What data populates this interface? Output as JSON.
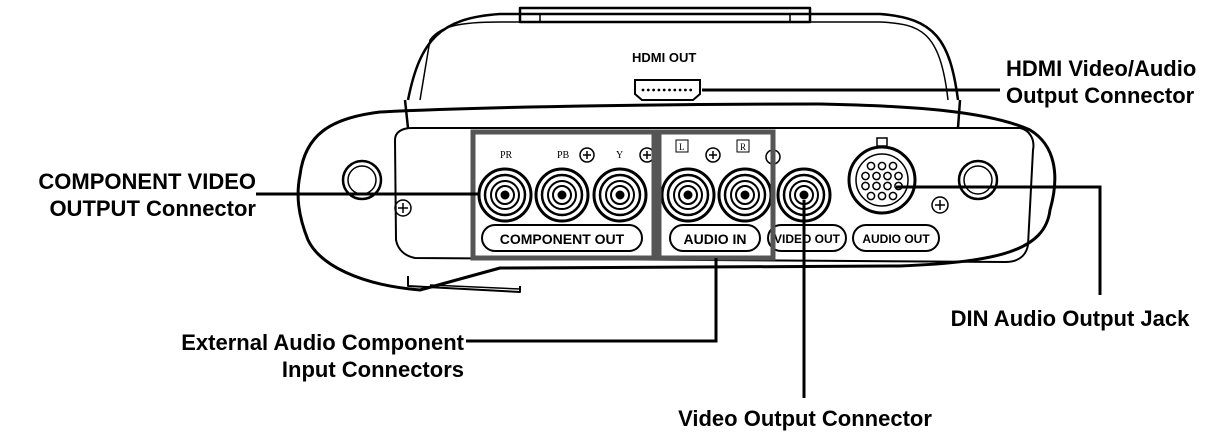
{
  "device": {
    "hdmi_label": "HDMI OUT",
    "component_out_label": "COMPONENT OUT",
    "audio_in_label": "AUDIO IN",
    "video_out_label": "VIDEO OUT",
    "audio_out_label": "AUDIO OUT",
    "pr_label": "PR",
    "pb_label": "PB",
    "y_label": "Y",
    "l_label": "L",
    "r_label": "R"
  },
  "callouts": {
    "hdmi": [
      "HDMI Video/Audio",
      "Output Connector"
    ],
    "component": [
      "COMPONENT VIDEO",
      "OUTPUT Connector"
    ],
    "audio_in": [
      "External Audio Component",
      "Input Connectors"
    ],
    "din": [
      "DIN Audio Output Jack"
    ],
    "video": [
      "Video Output Connector"
    ]
  },
  "colors": {
    "line": "#000000",
    "highlight_box": "#555555",
    "background": "#ffffff"
  }
}
